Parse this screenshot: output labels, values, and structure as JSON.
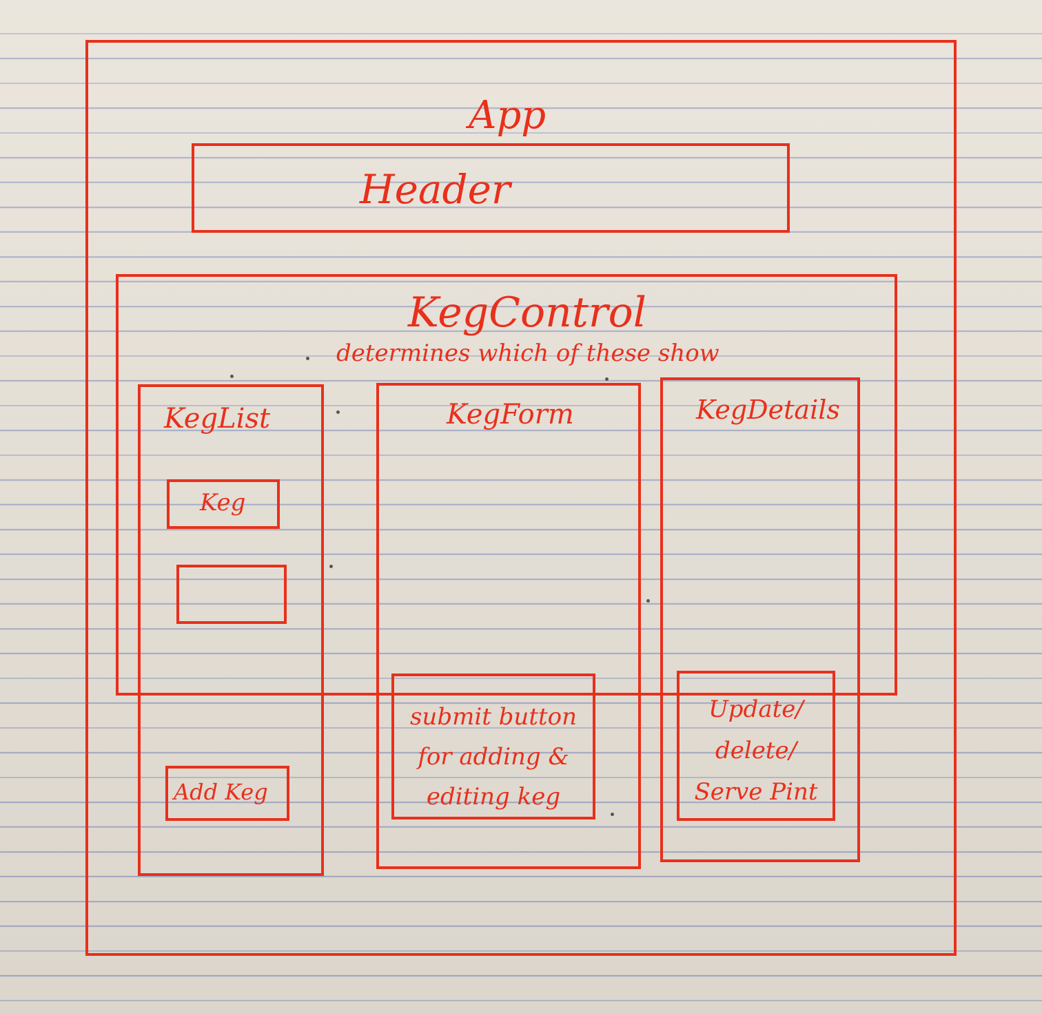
{
  "diagram": {
    "app": {
      "label": "App"
    },
    "header": {
      "label": "Header"
    },
    "keg_control": {
      "label": "KegControl",
      "note": "determines which of these show"
    },
    "keg_list": {
      "label": "KegList",
      "keg_item_label": "Keg",
      "empty_item_label": "",
      "add_button_label": "Add Keg"
    },
    "keg_form": {
      "label": "KegForm",
      "submit_note": "submit button\nfor adding &\nediting keg"
    },
    "keg_details": {
      "label": "KegDetails",
      "actions_note": "Update/\ndelete/\nServe Pint"
    },
    "colors": {
      "ink": "#e8301c",
      "paper": "#e9e3d9",
      "rule": "#aab0c8"
    }
  }
}
